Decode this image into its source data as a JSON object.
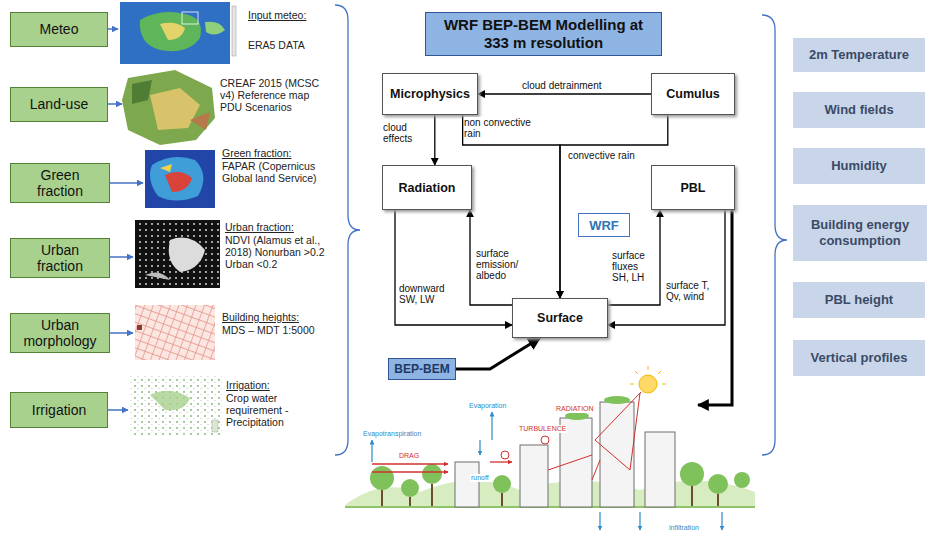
{
  "diagram": {
    "nodes": [
      {
        "text": [
          "Meteo"
        ]
      },
      {
        "text": [
          "Land-use"
        ]
      },
      {
        "text": [
          "Green fraction"
        ]
      },
      {
        "text": [
          "Urban fraction"
        ]
      },
      {
        "text": [
          "Urban morphology"
        ]
      },
      {
        "text": [
          "Irrigation"
        ]
      },
      {
        "text": [
          "WRF BEP-BEM Modelling at 333 m resolution"
        ]
      },
      {
        "text": [
          "Microphysics"
        ]
      },
      {
        "text": [
          "Cumulus"
        ]
      },
      {
        "text": [
          "Radiation"
        ]
      },
      {
        "text": [
          "WRF"
        ]
      },
      {
        "text": [
          "PBL"
        ]
      },
      {
        "text": [
          "Surface"
        ]
      },
      {
        "text": [
          "BEP-BEM"
        ]
      },
      {
        "text": [
          "2m Temperature"
        ]
      },
      {
        "text": [
          "Wind fields"
        ]
      },
      {
        "text": [
          "Humidity"
        ]
      },
      {
        "text": [
          "Building energy consumption"
        ]
      },
      {
        "text": [
          "PBL height"
        ]
      },
      {
        "text": [
          "Vertical profiles"
        ]
      }
    ],
    "edges": [
      {
        "from": 8,
        "to": 7,
        "label": "cloud detrainment",
        "arrow": "to"
      },
      {
        "from": 7,
        "to": 9,
        "label": "cloud effects",
        "arrow": "to"
      },
      {
        "from": 7,
        "to": 12,
        "label": "non convective rain",
        "arrow": "to"
      },
      {
        "from": 8,
        "to": 12,
        "label": "convective rain",
        "arrow": "to"
      },
      {
        "from": 12,
        "to": 9,
        "label": "surface emission/ albedo",
        "arrow": "to"
      },
      {
        "from": 9,
        "to": 12,
        "label": "downward SW, LW",
        "arrow": "to"
      },
      {
        "from": 12,
        "to": 11,
        "label": "surface fluxes SH, LH",
        "arrow": "to"
      },
      {
        "from": 11,
        "to": 12,
        "label": "surface T, Qv, wind",
        "arrow": "to"
      },
      {
        "from": 13,
        "to": 12,
        "arrow": "to"
      }
    ],
    "labels": [
      "Input meteo:",
      "ERA5 DATA",
      "CREAF 2015 (MCSC v4) Reference map PDU Scenarios",
      "Green fraction:",
      "FAPAR (Copernicus Global land Service)",
      "Urban fraction:",
      "NDVI (Alamus et al., 2018) Nonurban >0.2 Urban <0.2",
      "Building heights:",
      "MDS – MDT 1:5000",
      "Irrigation:",
      "Crop water requirement - Precipitation",
      "Evapotranspiration",
      "Evaporation",
      "runoff",
      "TURBULENCE",
      "RADIATION",
      "DRAG",
      "infiltration"
    ]
  }
}
